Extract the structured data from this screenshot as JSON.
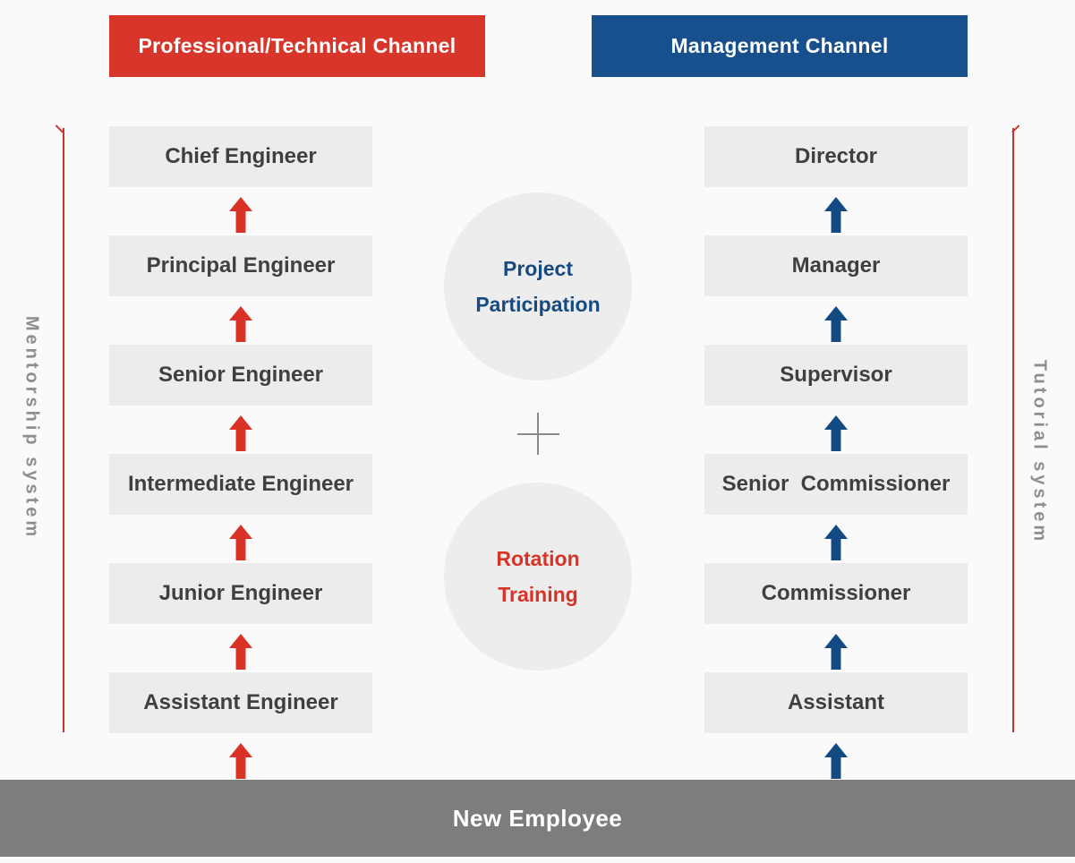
{
  "colors": {
    "background": "#fafafa",
    "professional_red": "#d8352b",
    "management_blue": "#17508c",
    "red_arrow": "#d93226",
    "blue_arrow": "#134a82",
    "box_gray": "#ececec",
    "box_text": "#3f3f3f",
    "footer_gray": "#7d7d7d",
    "side_text_gray": "#8e8e8e",
    "axis_red": "#c5362c"
  },
  "channels": {
    "left": {
      "header": "Professional/Technical Channel",
      "levels": [
        "Chief Engineer",
        "Principal Engineer",
        "Senior Engineer",
        "Intermediate Engineer",
        "Junior Engineer",
        "Assistant Engineer"
      ]
    },
    "right": {
      "header": "Management Channel",
      "levels": [
        "Director",
        "Manager",
        "Supervisor",
        "Senior  Commissioner",
        "Commissioner",
        "Assistant"
      ]
    }
  },
  "circles": {
    "top": {
      "line1": "Project",
      "line2": "Participation"
    },
    "bottom": {
      "line1": "Rotation",
      "line2": "Training"
    }
  },
  "side_labels": {
    "left": "Mentorship system",
    "right": "Tutorial system"
  },
  "footer": {
    "label": "New Employee"
  }
}
